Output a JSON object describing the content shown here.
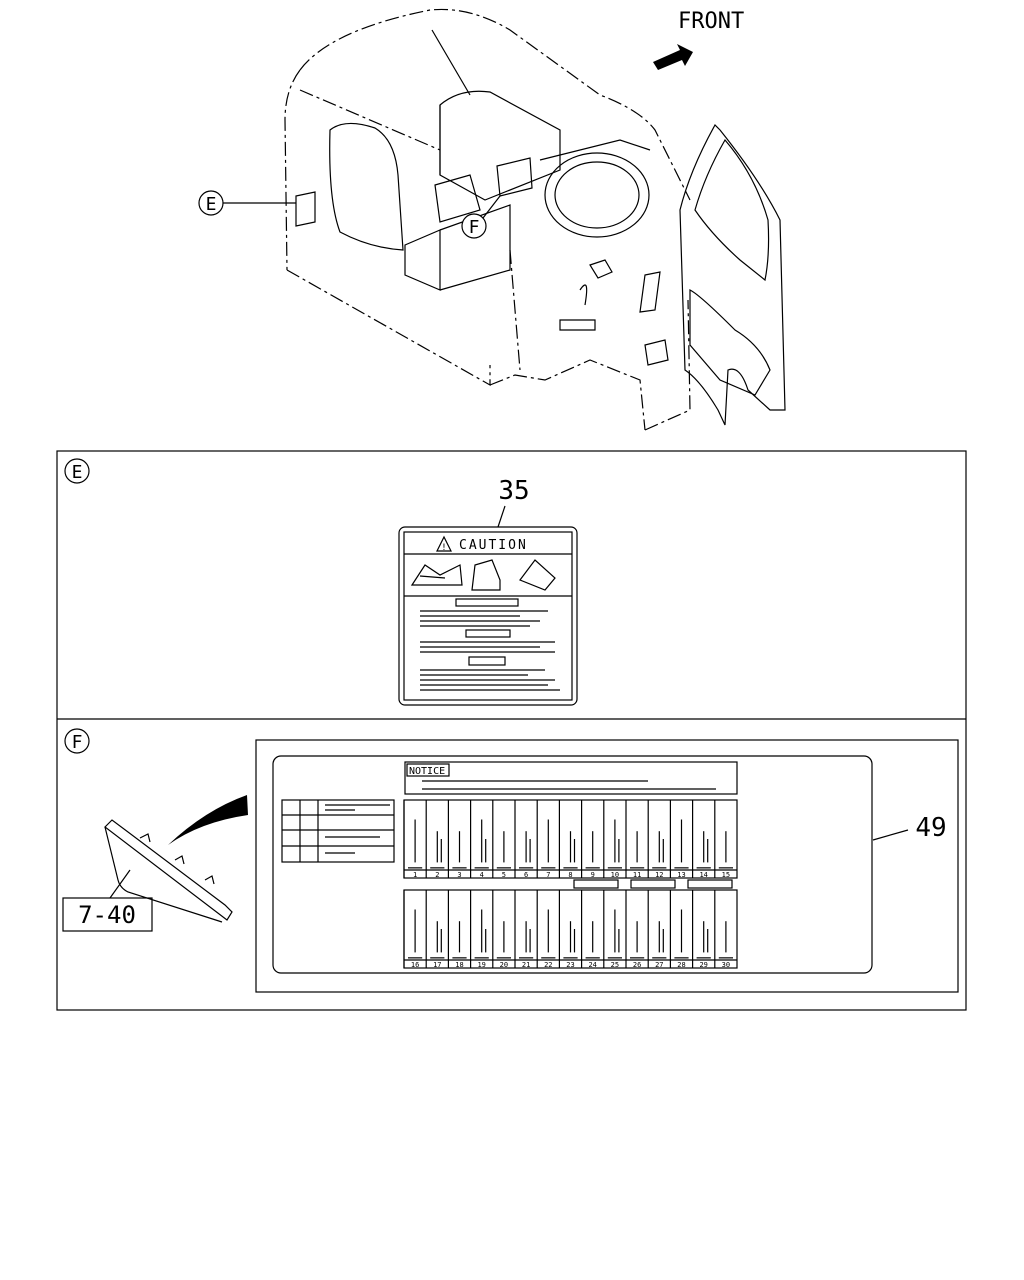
{
  "overview": {
    "front_label": "FRONT",
    "callout_e": "E",
    "callout_f": "F"
  },
  "detail_e": {
    "callout": "E",
    "part_number": "35",
    "label_title": "CAUTION"
  },
  "detail_f": {
    "callout": "F",
    "part_number": "49",
    "reference": "7-40",
    "notice_title": "NOTICE",
    "fuse_numbers_top": [
      "1",
      "2",
      "3",
      "4",
      "5",
      "6",
      "7",
      "8",
      "9",
      "10",
      "11",
      "12",
      "13",
      "14",
      "15"
    ],
    "fuse_numbers_bottom": [
      "16",
      "17",
      "18",
      "19",
      "20",
      "21",
      "22",
      "23",
      "24",
      "25",
      "26",
      "27",
      "28",
      "29",
      "30"
    ]
  }
}
